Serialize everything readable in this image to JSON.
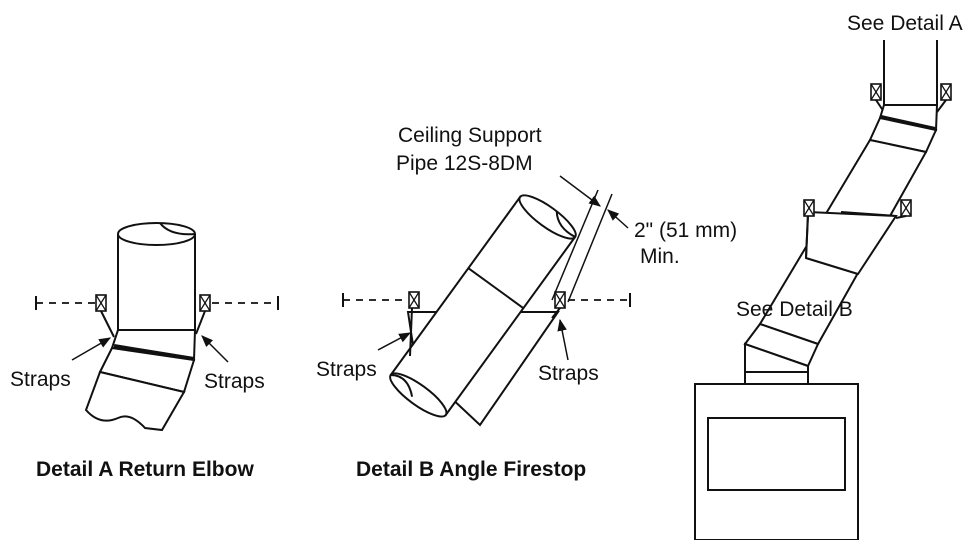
{
  "detail_a": {
    "caption": "Detail A Return Elbow",
    "straps_left": "Straps",
    "straps_right": "Straps"
  },
  "detail_b": {
    "caption": "Detail B Angle Firestop",
    "support_line1": "Ceiling Support",
    "support_line2": "Pipe 12S-8DM",
    "clearance_line1": "2\" (51 mm)",
    "clearance_line2": "Min.",
    "straps_left": "Straps",
    "straps_right": "Straps"
  },
  "assembly": {
    "see_detail_a": "See Detail A",
    "see_detail_b": "See Detail B"
  }
}
